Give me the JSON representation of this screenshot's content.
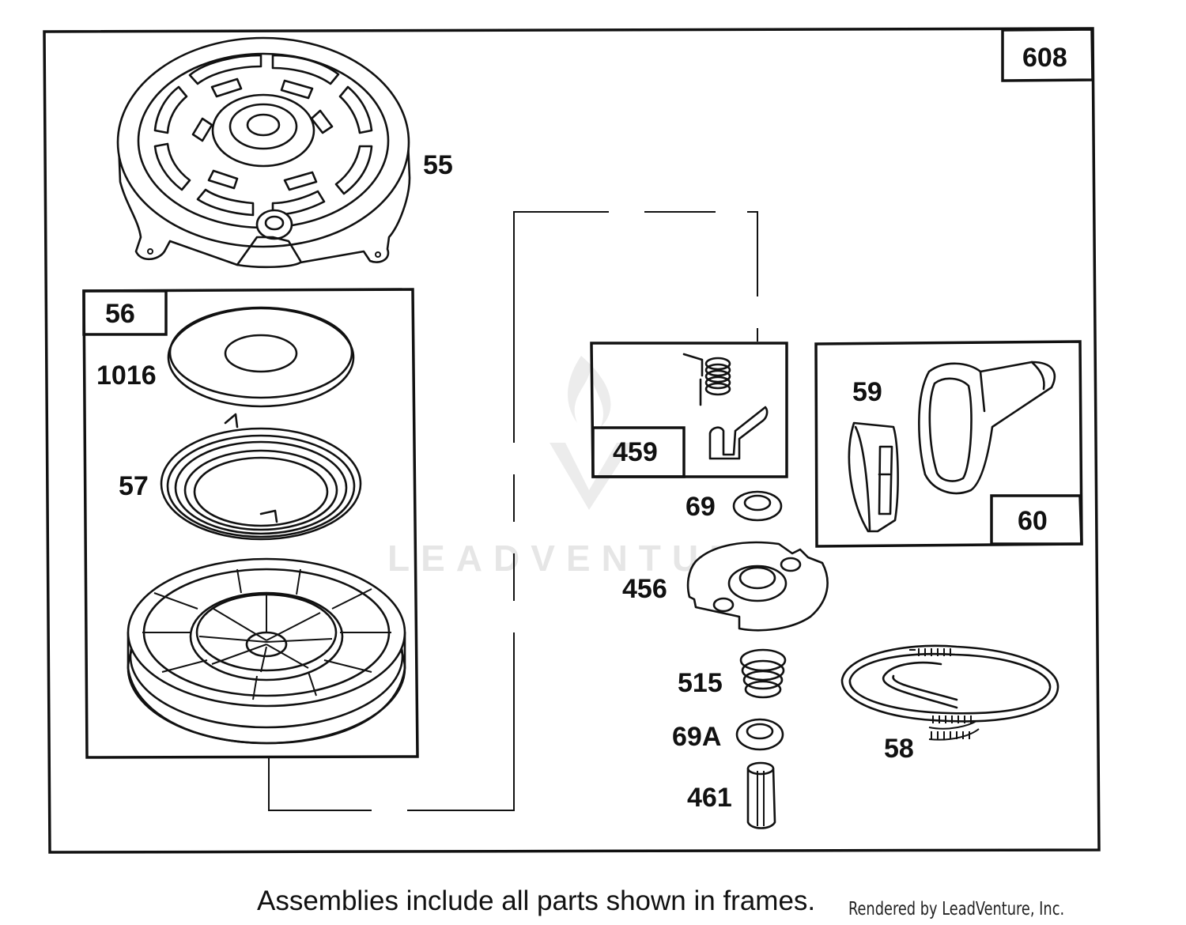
{
  "diagram": {
    "parts": [
      {
        "id": "608",
        "role": "main-assembly-frame"
      },
      {
        "id": "55",
        "role": "housing"
      },
      {
        "id": "56",
        "role": "pulley-assembly-frame"
      },
      {
        "id": "1016"
      },
      {
        "id": "57"
      },
      {
        "id": "459",
        "role": "frame"
      },
      {
        "id": "59"
      },
      {
        "id": "60",
        "role": "frame"
      },
      {
        "id": "69"
      },
      {
        "id": "456"
      },
      {
        "id": "515"
      },
      {
        "id": "69A"
      },
      {
        "id": "461"
      },
      {
        "id": "58"
      }
    ],
    "watermark": "LEADVENTURE",
    "footer_note": "Assemblies include all parts shown in frames.",
    "credit": "Rendered by LeadVenture, Inc."
  }
}
